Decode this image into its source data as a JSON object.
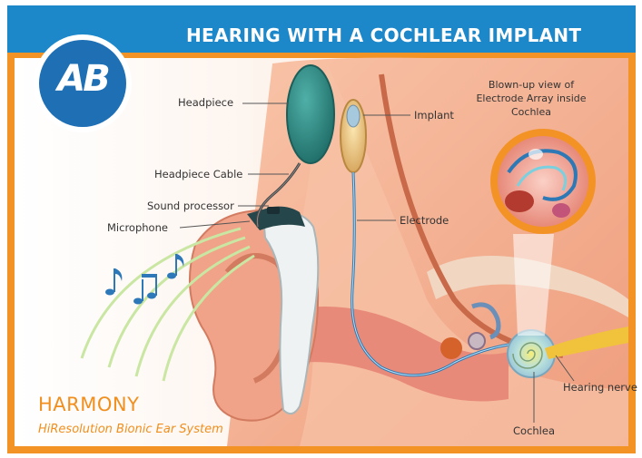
{
  "banner": {
    "title": "HEARING WITH A COCHLEAR IMPLANT"
  },
  "logo": {
    "text": "AB"
  },
  "brand": {
    "name": "HARMONY",
    "tagline": "HiResolution Bionic Ear System"
  },
  "labels": {
    "headpiece": "Headpiece",
    "headpiece_cable": "Headpiece Cable",
    "sound_processor": "Sound processor",
    "microphone": "Microphone",
    "implant": "Implant",
    "electrode": "Electrode",
    "hearing_nerve": "Hearing nerve",
    "cochlea": "Cochlea",
    "blowup_view": "Blown-up view of Electrode Array inside Cochlea"
  },
  "colors": {
    "banner_blue": "#1d88c9",
    "frame_orange": "#f39325",
    "skin": "#f6b597",
    "headpiece_teal": "#2f8c86",
    "brand_orange": "#f08f1e"
  }
}
